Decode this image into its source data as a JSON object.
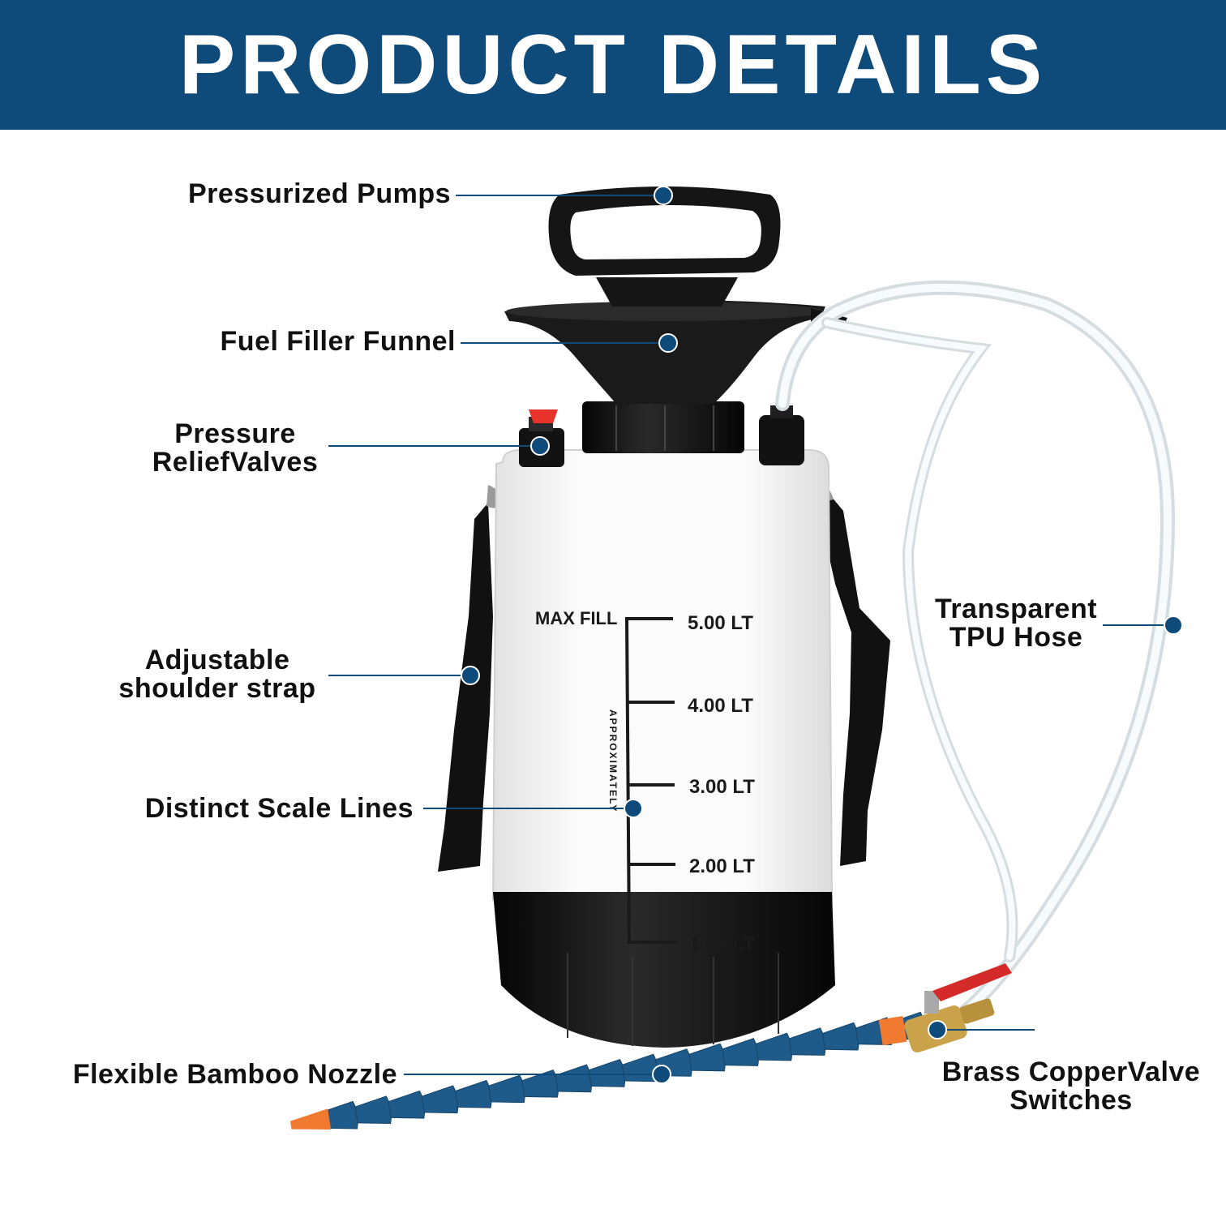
{
  "banner": {
    "title": "PRODUCT DETAILS",
    "background_color": "#0e4a7a",
    "text_color": "#ffffff"
  },
  "callouts": {
    "pump": {
      "lines": [
        "Pressurized Pumps"
      ]
    },
    "funnel": {
      "lines": [
        "Fuel Filler Funnel"
      ]
    },
    "relief": {
      "lines": [
        "Pressure",
        "ReliefValves"
      ]
    },
    "strap": {
      "lines": [
        "Adjustable",
        "shoulder strap"
      ]
    },
    "scale": {
      "lines": [
        "Distinct Scale Lines"
      ]
    },
    "nozzle": {
      "lines": [
        "Flexible Bamboo Nozzle"
      ]
    },
    "hose": {
      "lines": [
        "Transparent",
        "TPU Hose"
      ]
    },
    "valve": {
      "lines": [
        "Brass CopperValve",
        "Switches"
      ]
    }
  },
  "tank": {
    "max_fill_label": "MAX FILL",
    "vertical_text": "APPROXIMATELY",
    "scale_marks": [
      "5.00 LT",
      "4.00 LT",
      "3.00 LT",
      "2.00 LT",
      "1.00 LT"
    ]
  },
  "colors": {
    "callout_marker": "#0e4a7a",
    "nozzle_segments": "#1e5a8a",
    "nozzle_tip": "#f07a30",
    "valve_handle": "#d42a2a",
    "brass": "#c9a24a",
    "tank_body": "#f7f7f7",
    "plastic_black": "#121212"
  }
}
